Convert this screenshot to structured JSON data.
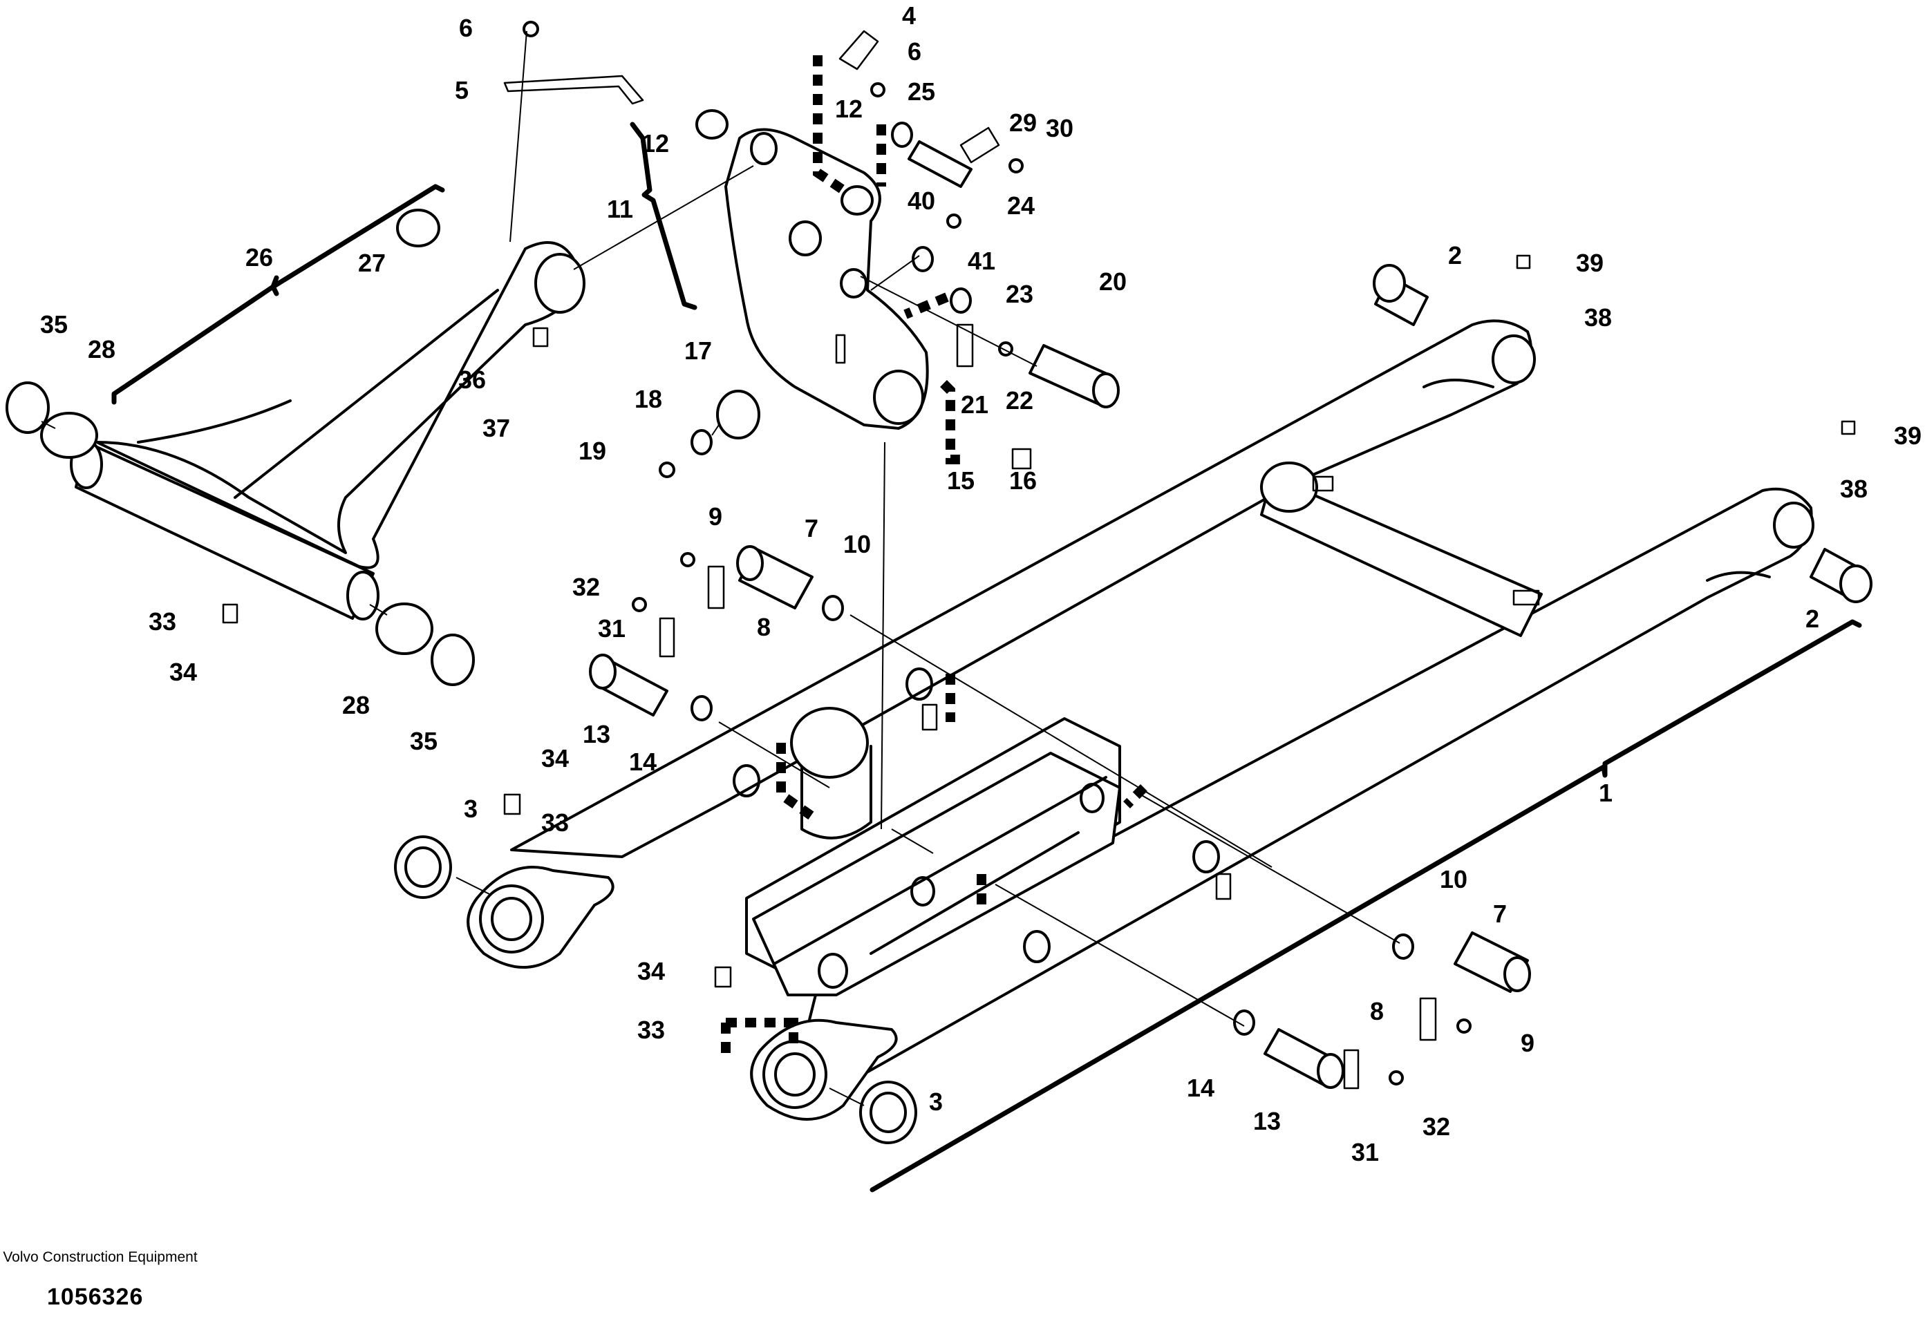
{
  "figure": {
    "company_name": "Volvo Construction Equipment",
    "illustration_number": "1056326"
  },
  "callouts": [
    "1",
    "2",
    "2",
    "3",
    "3",
    "4",
    "5",
    "6",
    "6",
    "7",
    "7",
    "8",
    "8",
    "9",
    "9",
    "10",
    "10",
    "11",
    "12",
    "12",
    "13",
    "13",
    "14",
    "14",
    "15",
    "16",
    "17",
    "18",
    "19",
    "20",
    "21",
    "22",
    "23",
    "24",
    "25",
    "26",
    "27",
    "28",
    "28",
    "29",
    "30",
    "31",
    "31",
    "32",
    "32",
    "33",
    "33",
    "33",
    "34",
    "34",
    "34",
    "35",
    "35",
    "36",
    "37",
    "38",
    "38",
    "39",
    "39",
    "40",
    "41"
  ]
}
